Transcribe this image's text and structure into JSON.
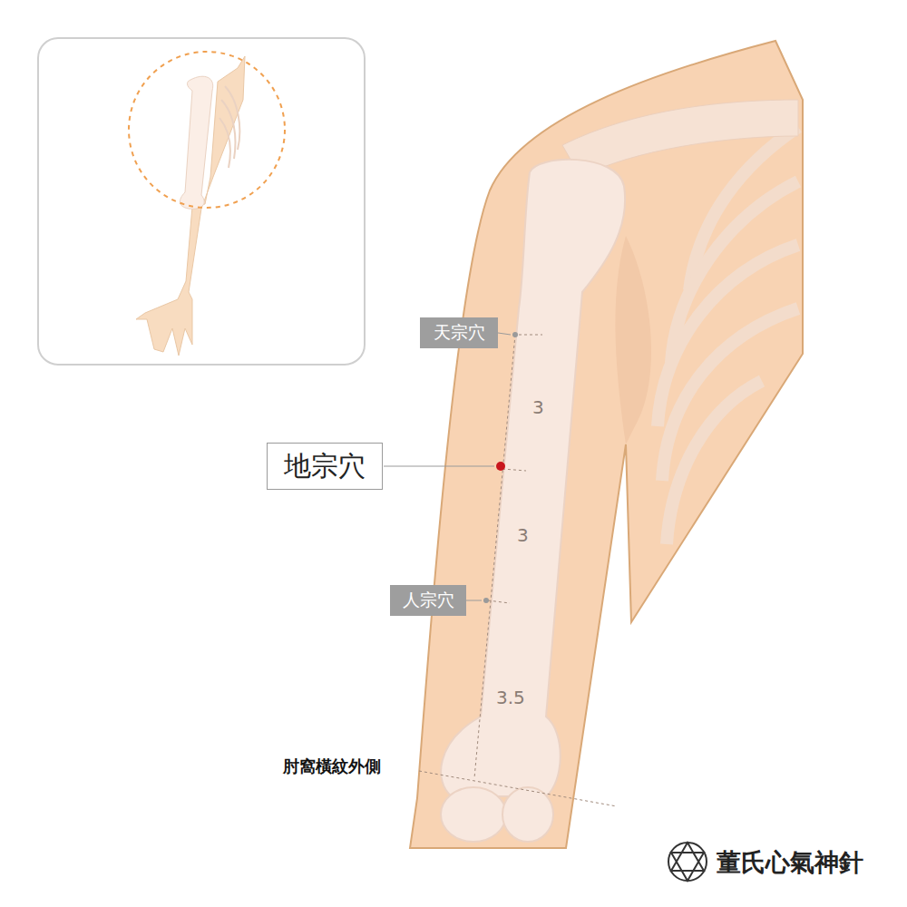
{
  "diagram": {
    "nodes": [
      {
        "text": [
          "天宗穴"
        ]
      },
      {
        "text": [
          "地宗穴"
        ]
      },
      {
        "text": [
          "人宗穴"
        ]
      }
    ],
    "labels": [
      "3",
      "3",
      "3.5",
      "肘窩橫紋外側",
      "董氏心氣神針"
    ]
  }
}
